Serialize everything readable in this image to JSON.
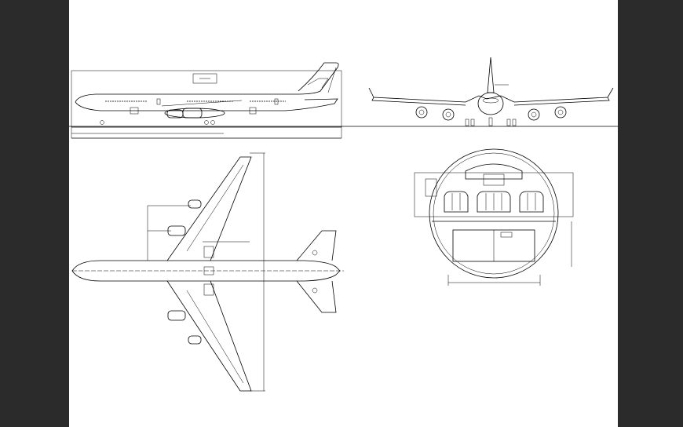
{
  "colors": {
    "background": "#2b2b2b",
    "sheet": "#ffffff",
    "ink": "#000000"
  },
  "drawing": {
    "views": [
      "side-view",
      "front-view",
      "top-view",
      "fuselage-section"
    ]
  }
}
